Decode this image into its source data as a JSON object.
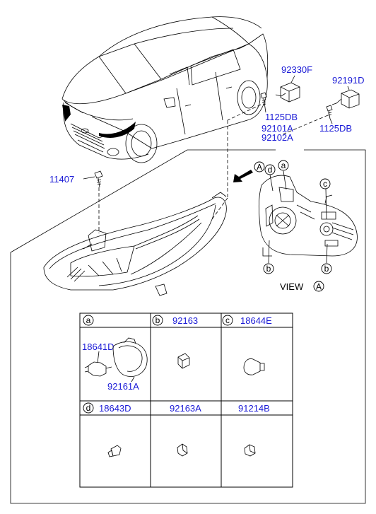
{
  "parts": {
    "p92330F": "92330F",
    "p92191D": "92191D",
    "p1125DB_a": "1125DB",
    "p1125DB_b": "1125DB",
    "p92101A": "92101A",
    "p92102A": "92102A",
    "p11407": "11407"
  },
  "view": {
    "label": "VIEW",
    "marker": "A",
    "arrow_marker": "A",
    "callouts": {
      "a": "a",
      "b1": "b",
      "b2": "b",
      "c": "c",
      "d": "d"
    }
  },
  "table": {
    "cells": [
      {
        "letter": "a",
        "part": ""
      },
      {
        "letter": "b",
        "part": "92163"
      },
      {
        "letter": "c",
        "part": "18644E"
      },
      {
        "letter": "d",
        "part": "18643D"
      },
      {
        "letter": "",
        "part": "92163A"
      },
      {
        "letter": "",
        "part": "91214B"
      }
    ],
    "cell_a_parts": {
      "bulb": "18641D",
      "cap": "92161A"
    }
  },
  "colors": {
    "part_number": "#1a1ad6",
    "lines": "#000000"
  }
}
